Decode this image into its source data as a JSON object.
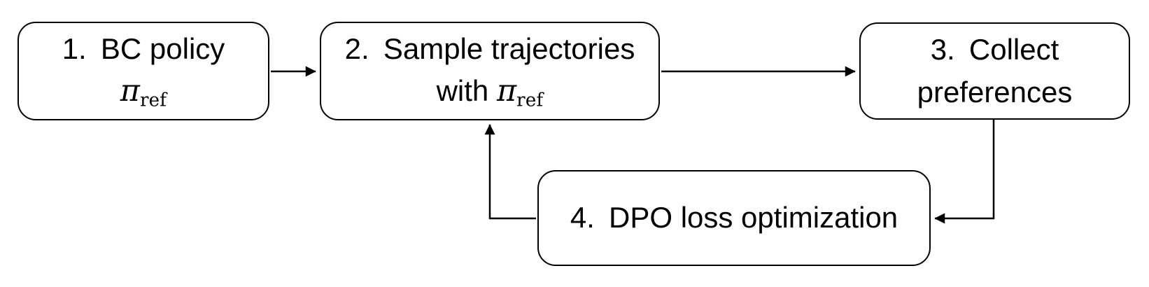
{
  "diagram": {
    "type": "flowchart",
    "colors": {
      "background": "#ffffff",
      "node_fill": "#ffffff",
      "stroke": "#000000",
      "text": "#000000"
    },
    "nodes": [
      {
        "id": "bc-policy",
        "step": "1.",
        "title": "BC policy",
        "math": {
          "symbol": "π",
          "subscript": "ref"
        }
      },
      {
        "id": "sample-trajectories",
        "step": "2.",
        "title": "Sample trajectories",
        "line2_prefix": "with",
        "math": {
          "symbol": "π",
          "subscript": "ref"
        }
      },
      {
        "id": "collect-preferences",
        "step": "3.",
        "title": "Collect",
        "line2": "preferences"
      },
      {
        "id": "dpo-loss-optimization",
        "step": "4.",
        "title": "DPO loss optimization"
      }
    ],
    "edges": [
      {
        "from": "bc-policy",
        "to": "sample-trajectories",
        "style": "straight-right"
      },
      {
        "from": "sample-trajectories",
        "to": "collect-preferences",
        "style": "straight-right"
      },
      {
        "from": "collect-preferences",
        "to": "dpo-loss-optimization",
        "style": "elbow-down-left"
      },
      {
        "from": "dpo-loss-optimization",
        "to": "sample-trajectories",
        "style": "elbow-left-up"
      }
    ]
  }
}
